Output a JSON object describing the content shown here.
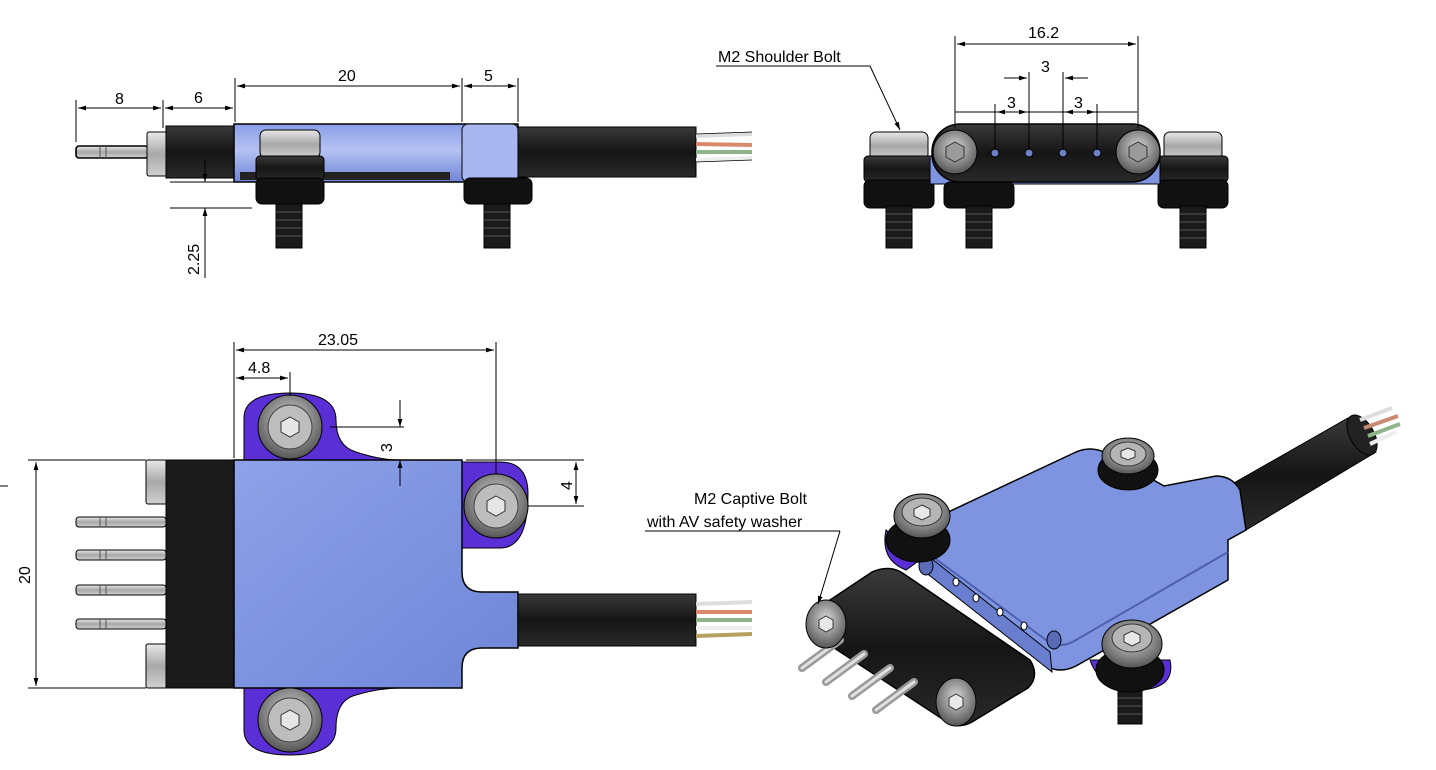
{
  "views": {
    "side": {
      "dims": [
        "8",
        "6",
        "20",
        "5",
        "2.25"
      ]
    },
    "end": {
      "label": "M2 Shoulder Bolt",
      "dims": [
        "16.2",
        "3",
        "3",
        "3"
      ]
    },
    "top": {
      "dims": [
        "23.05",
        "4.8",
        "3",
        "4",
        "20"
      ]
    },
    "iso": {
      "label_line1": "M2  Captive Bolt",
      "label_line2": "with AV safety washer"
    }
  },
  "colors": {
    "body_blue": "#7f94e0",
    "body_blue_light": "#a9b8ef",
    "ear_purple": "#5a2fd6",
    "rubber_black": "#1b1b1b",
    "metal_grey": "#b8b8b8"
  }
}
